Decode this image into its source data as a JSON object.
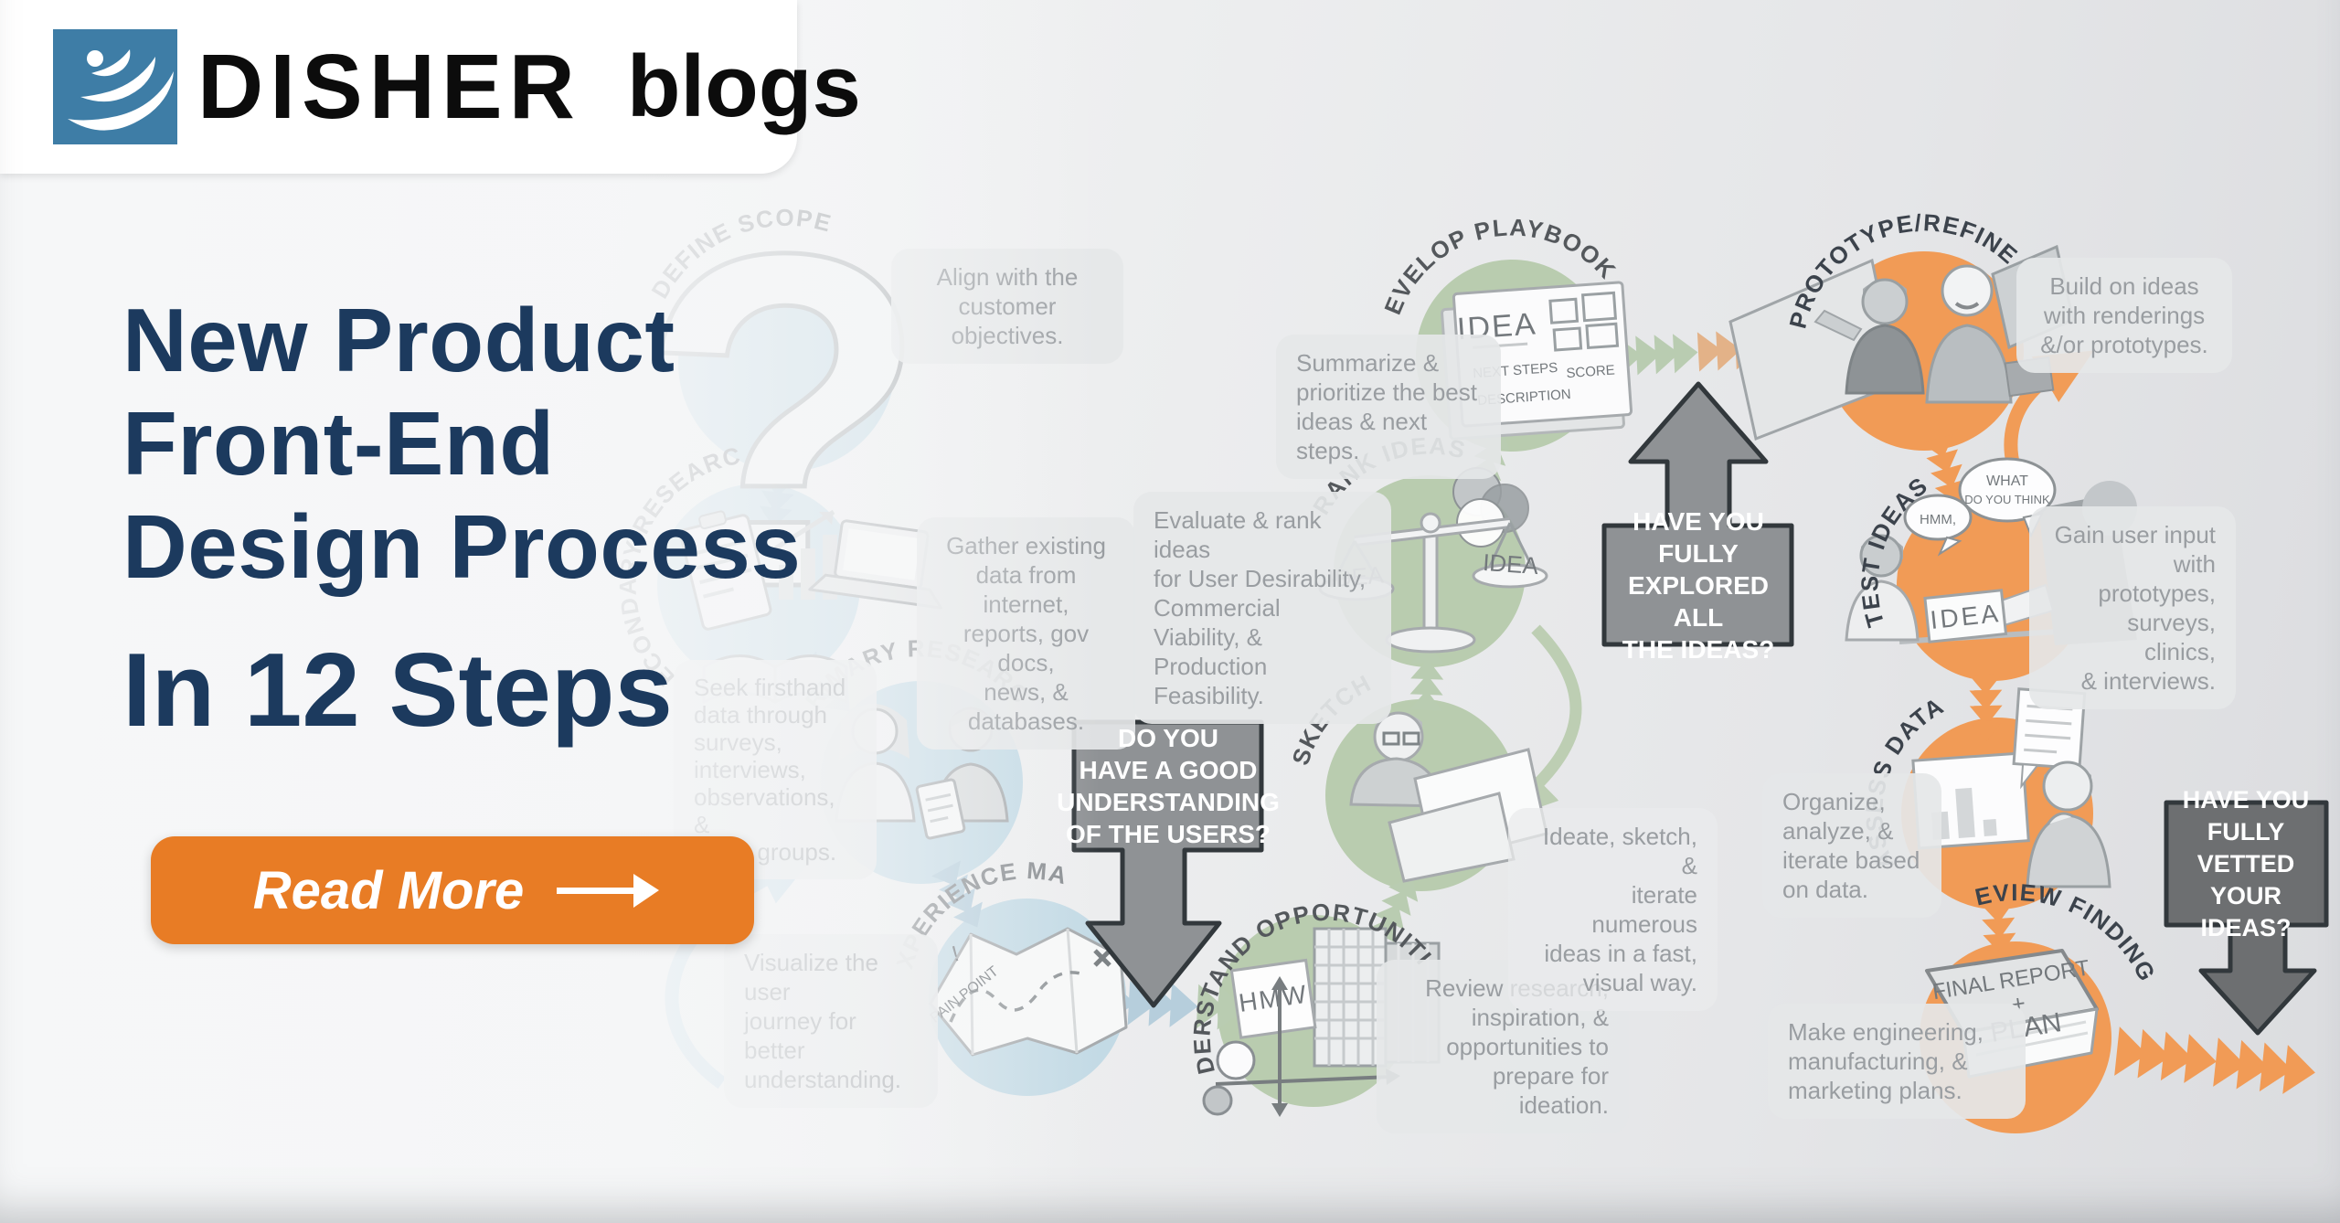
{
  "brand": {
    "name": "DISHER",
    "blogs": "blogs"
  },
  "hero": {
    "title": "New Product\nFront-End\nDesign Process",
    "subtitle": "In 12 Steps",
    "cta_label": "Read More"
  },
  "icons": {
    "cta_arrow": "arrow-right",
    "logo": "disher-wave-swoosh"
  },
  "colors": {
    "navy": "#1c3a5e",
    "cta_orange": "#e87c25",
    "blue_step": "#c3dae5",
    "green_step": "#b9ccaf",
    "orange_step": "#f19b56",
    "callout_gray": "#8f9295",
    "callout_dark": "#6d6f71",
    "caption_text": "#999da1"
  },
  "steps": [
    {
      "label": "DEFINE SCOPE",
      "caption": "Align with the\ncustomer objectives."
    },
    {
      "label": "SECONDARY RESEARCH",
      "caption": "Gather existing\ndata from internet,\nreports, gov docs,\nnews, & databases."
    },
    {
      "label": "PRIMARY RESEARCH",
      "caption": "Seek firsthand\ndata through\nsurveys,\ninterviews,\nobservations, &\nfocus groups."
    },
    {
      "label": "EXPERIENCE MAP",
      "caption": "Visualize the user\njourney for better\nunderstanding."
    },
    {
      "label": "UNDERSTAND OPPORTUNITIES",
      "caption": "Review research,\ninspiration, &\nopportunities to\nprepare for ideation."
    },
    {
      "label": "SKETCH",
      "caption": "Ideate, sketch, &\niterate numerous\nideas in a fast,\nvisual way."
    },
    {
      "label": "RANK IDEAS",
      "caption": "Evaluate & rank ideas\nfor User Desirability,\nCommercial Viability, &\nProduction Feasibility."
    },
    {
      "label": "DEVELOP PLAYBOOKS",
      "caption": "Summarize &\nprioritize the best\nideas & next steps."
    },
    {
      "label": "PROTOTYPE/REFINE",
      "caption": "Build on ideas\nwith renderings\n&/or prototypes."
    },
    {
      "label": "TEST IDEAS",
      "caption": "Gain user input\nwith prototypes,\nsurveys, clinics,\n& interviews."
    },
    {
      "label": "ASSESS DATA",
      "caption": "Organize,\nanalyze, &\niterate based\non data."
    },
    {
      "label": "REVIEW FINDINGS",
      "caption": "Make engineering,\nmanufacturing, &\nmarketing plans."
    }
  ],
  "callouts": [
    {
      "text": "DO YOU\nHAVE A GOOD\nUNDERSTANDING\nOF THE USERS?"
    },
    {
      "text": "HAVE YOU FULLY\nEXPLORED ALL\nTHE IDEAS?"
    },
    {
      "text": "HAVE YOU\nFULLY VETTED\nYOUR IDEAS?"
    }
  ],
  "doodles": {
    "question_mark": "?",
    "map_note": "PAIN POINT",
    "hmw": "HMW",
    "scale_left": "IDEA",
    "scale_right": "IDEA",
    "card_title": "IDEA",
    "card_line1": "NEXT STEPS",
    "card_line2": "DESCRIPTION",
    "card_score": "SCORE",
    "test_sheet": "IDEA",
    "bubble_small": "HMM,",
    "bubble_big_1": "WHAT",
    "bubble_big_2": "DO YOU THINK",
    "report_1": "FINAL REPORT",
    "report_2": "+",
    "report_3": "PLAN"
  }
}
